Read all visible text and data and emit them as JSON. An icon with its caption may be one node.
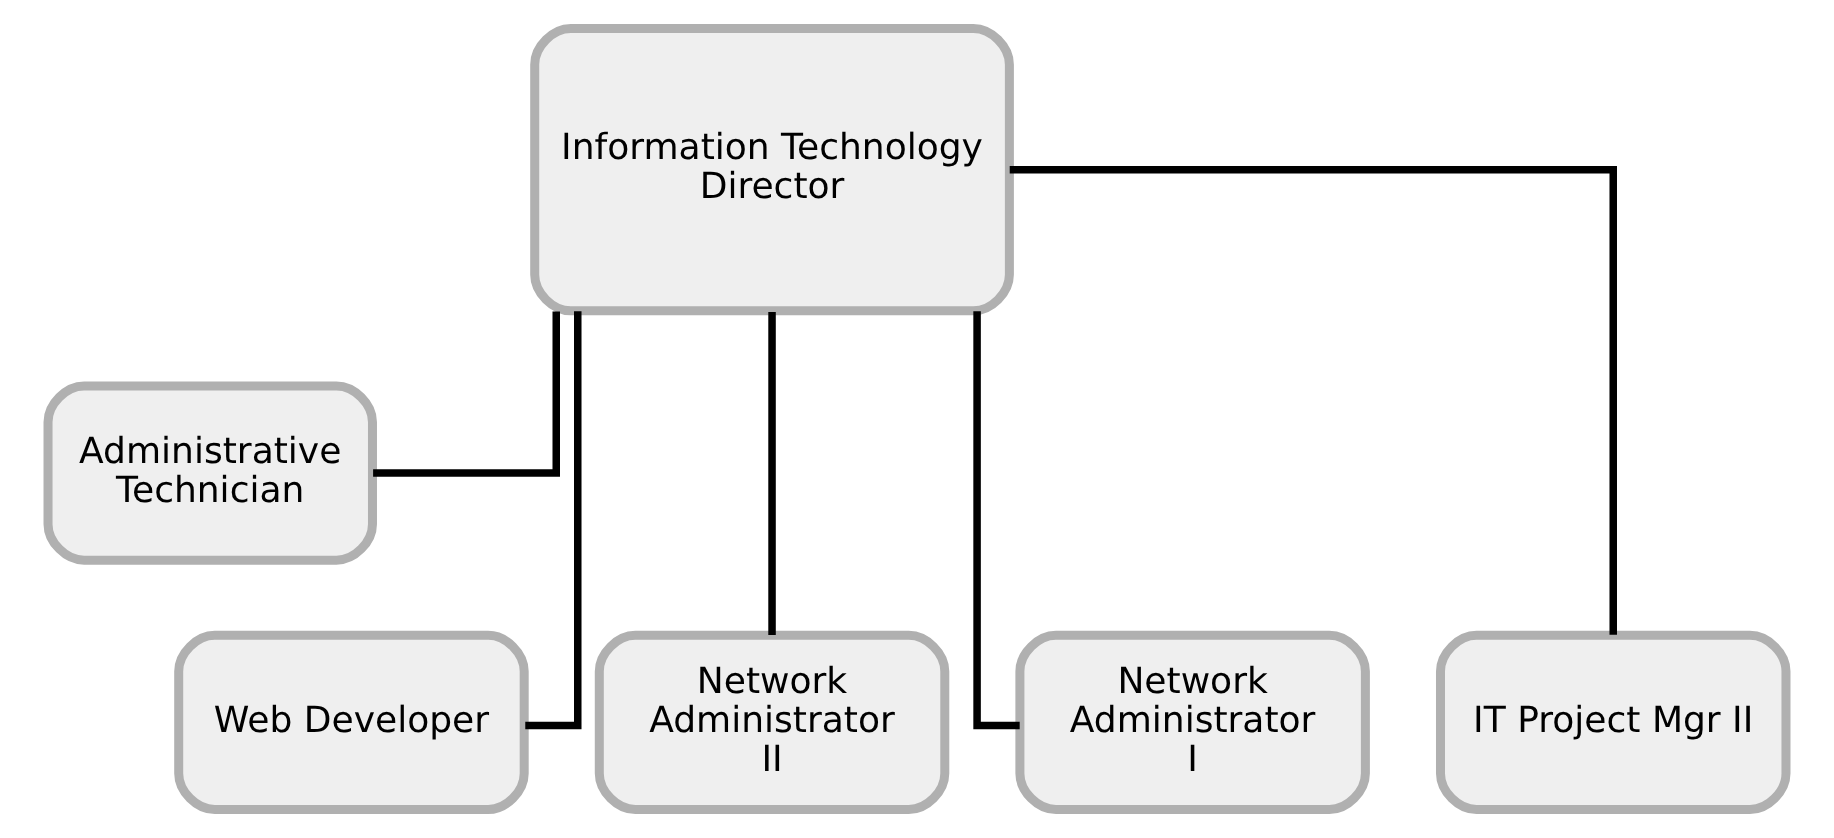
{
  "diagram": {
    "nodes": [
      {
        "text": [
          "Information Technology Director"
        ]
      },
      {
        "text": [
          "Administrative Technician"
        ]
      },
      {
        "text": [
          "Web Developer"
        ]
      },
      {
        "text": [
          "Network Administrator II"
        ]
      },
      {
        "text": [
          "Network Administrator I"
        ]
      },
      {
        "text": [
          "IT Project Mgr II"
        ]
      }
    ],
    "edges": [
      {
        "from": 0,
        "to": 1,
        "arrow": "none"
      },
      {
        "from": 0,
        "to": 2,
        "arrow": "none"
      },
      {
        "from": 0,
        "to": 3,
        "arrow": "none"
      },
      {
        "from": 0,
        "to": 4,
        "arrow": "none"
      },
      {
        "from": 0,
        "to": 5,
        "arrow": "none"
      }
    ]
  }
}
